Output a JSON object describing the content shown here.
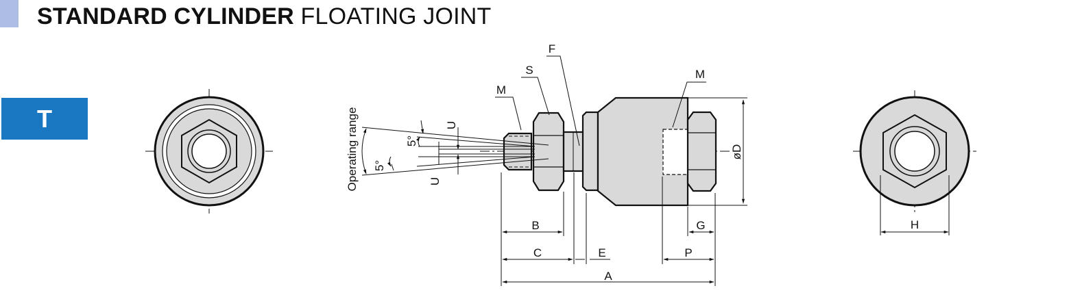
{
  "header": {
    "title_bold": "STANDARD CYLINDER",
    "title_light": "FLOATING JOINT",
    "accent_color": "#aebde3"
  },
  "badge": {
    "label": "T",
    "color": "#1a78c2"
  },
  "drawing": {
    "operating_range": "Operating range",
    "angle_upper": "5°",
    "angle_lower": "5°",
    "labels": {
      "M_left": "M",
      "S": "S",
      "F": "F",
      "M_right": "M",
      "U_top": "U",
      "U_bottom": "U",
      "D": "øD",
      "B": "B",
      "C": "C",
      "E": "E",
      "A": "A",
      "G": "G",
      "P": "P",
      "H": "H"
    }
  }
}
